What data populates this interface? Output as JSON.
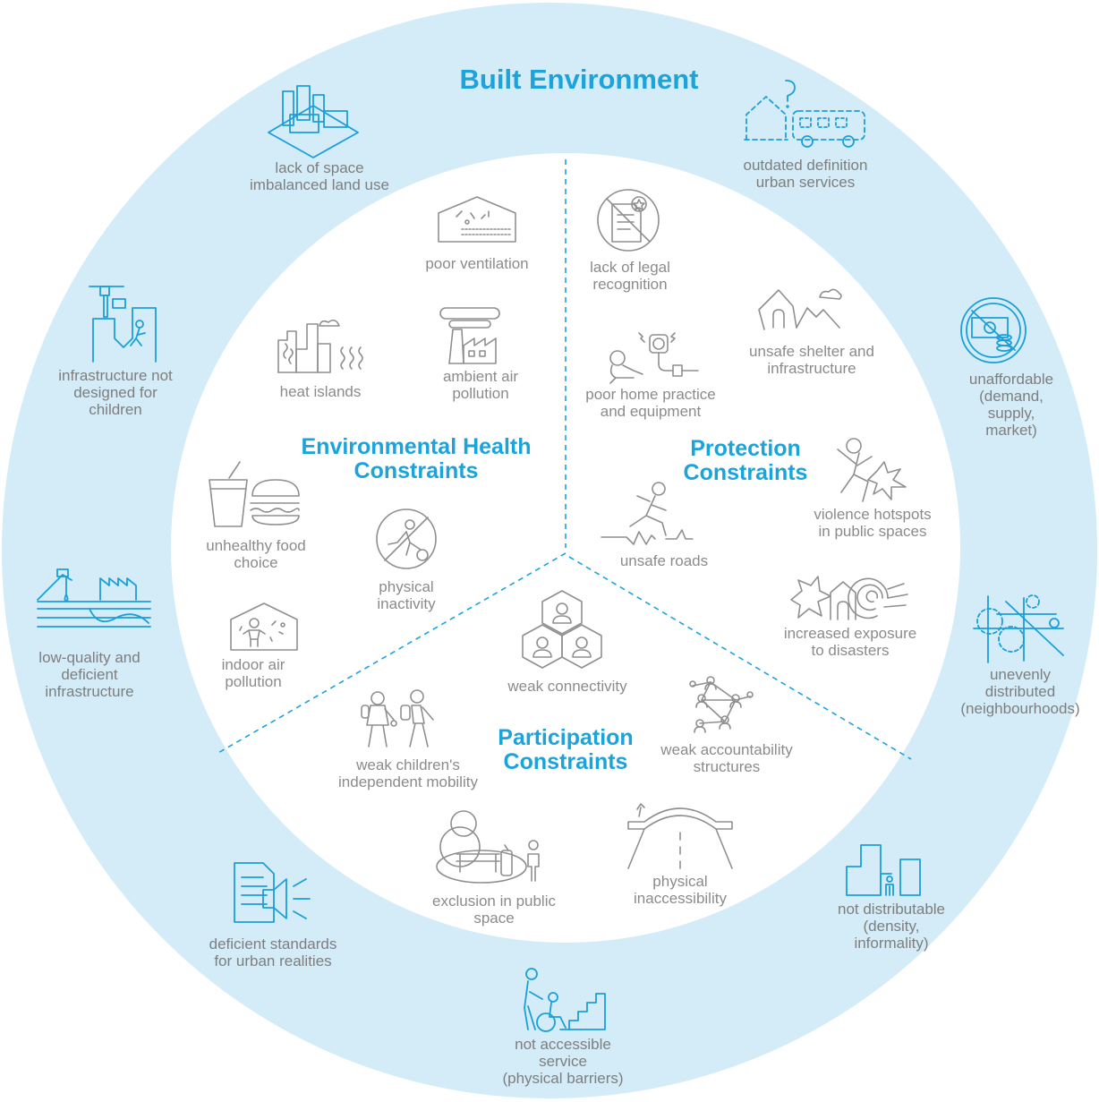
{
  "title": "Built Environment",
  "colors": {
    "ring": "#d3ecf8",
    "accent": "#1ba3dc",
    "outer_icon": "#1b9fd8",
    "inner_icon": "#8f8f8f",
    "label_text": "#8b8b8b"
  },
  "sectors": {
    "environmental": {
      "title": "Environmental Health\nConstraints"
    },
    "protection": {
      "title": "Protection\nConstraints"
    },
    "participation": {
      "title": "Participation\nConstraints"
    }
  },
  "outer_items": [
    {
      "id": "lack-of-space",
      "icon": "city-blocks-icon",
      "label": "lack of space\nimbalanced land use"
    },
    {
      "id": "outdated-definition",
      "icon": "house-bus-question-icon",
      "label": "outdated definition\nurban services"
    },
    {
      "id": "infrastructure-not-designed",
      "icon": "child-gap-icon",
      "label": "infrastructure not\ndesigned for\nchildren"
    },
    {
      "id": "unaffordable",
      "icon": "money-forbidden-icon",
      "label": "unaffordable\n(demand, supply,\nmarket)"
    },
    {
      "id": "low-quality",
      "icon": "water-tap-factory-icon",
      "label": "low-quality and\ndeficient\ninfrastructure"
    },
    {
      "id": "unevenly-distributed",
      "icon": "street-map-icon",
      "label": "unevenly\ndistributed\n(neighbourhoods)"
    },
    {
      "id": "deficient-standards",
      "icon": "document-megaphone-icon",
      "label": "deficient standards\nfor urban realities"
    },
    {
      "id": "not-distributable",
      "icon": "buildings-child-icon",
      "label": "not distributable\n(density,\ninformality)"
    },
    {
      "id": "not-accessible",
      "icon": "wheelchair-stairs-icon",
      "label": "not accessible\nservice\n(physical barriers)"
    }
  ],
  "inner_items": [
    {
      "id": "poor-ventilation",
      "icon": "ventilation-house-icon",
      "label": "poor ventilation"
    },
    {
      "id": "heat-islands",
      "icon": "heat-city-icon",
      "label": "heat islands"
    },
    {
      "id": "ambient-air-pollution",
      "icon": "factory-smoke-icon",
      "label": "ambient air\npollution"
    },
    {
      "id": "unhealthy-food",
      "icon": "drink-burger-icon",
      "label": "unhealthy food\nchoice"
    },
    {
      "id": "physical-inactivity",
      "icon": "no-football-icon",
      "label": "physical\ninactivity"
    },
    {
      "id": "indoor-air-pollution",
      "icon": "indoor-child-icon",
      "label": "indoor air\npollution"
    },
    {
      "id": "lack-of-legal-recognition",
      "icon": "certificate-forbidden-icon",
      "label": "lack of legal\nrecognition"
    },
    {
      "id": "unsafe-shelter",
      "icon": "collapsed-house-icon",
      "label": "unsafe shelter and\ninfrastructure"
    },
    {
      "id": "poor-home-practice",
      "icon": "baby-socket-icon",
      "label": "poor home practice\nand equipment"
    },
    {
      "id": "violence-hotspots",
      "icon": "falling-person-icon",
      "label": "violence hotspots\nin public spaces"
    },
    {
      "id": "unsafe-roads",
      "icon": "running-child-icon",
      "label": "unsafe roads"
    },
    {
      "id": "exposure-to-disasters",
      "icon": "storm-house-icon",
      "label": "increased exposure\nto disasters"
    },
    {
      "id": "weak-connectivity",
      "icon": "hexagon-people-icon",
      "label": "weak connectivity"
    },
    {
      "id": "weak-accountability",
      "icon": "network-people-icon",
      "label": "weak accountability\nstructures"
    },
    {
      "id": "weak-independent-mobility",
      "icon": "children-walking-icon",
      "label": "weak children's\nindependent mobility"
    },
    {
      "id": "exclusion-in-public-space",
      "icon": "bench-child-icon",
      "label": "exclusion in public\nspace"
    },
    {
      "id": "physical-inaccessibility",
      "icon": "road-bridge-icon",
      "label": "physical\ninaccessibility"
    }
  ]
}
